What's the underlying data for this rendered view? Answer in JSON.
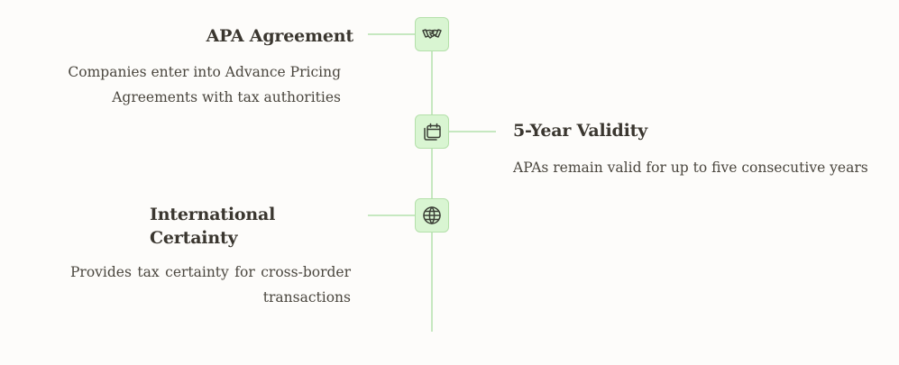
{
  "items": [
    {
      "title": "APA Agreement",
      "description": "Companies enter into Advance Pricing Agreements with tax authorities",
      "icon": "handshake-icon",
      "side": "left"
    },
    {
      "title": "5-Year Validity",
      "description": "APAs remain valid for up to five consecutive years",
      "icon": "calendar-icon",
      "side": "right"
    },
    {
      "title": "International Certainty",
      "description": "Provides tax certainty for cross-border transactions",
      "icon": "globe-icon",
      "side": "left"
    }
  ],
  "colors": {
    "accent_line": "#c6e8c0",
    "node_fill": "#d9f5d2",
    "node_border": "#b4e0aa",
    "text": "#3a362f"
  }
}
